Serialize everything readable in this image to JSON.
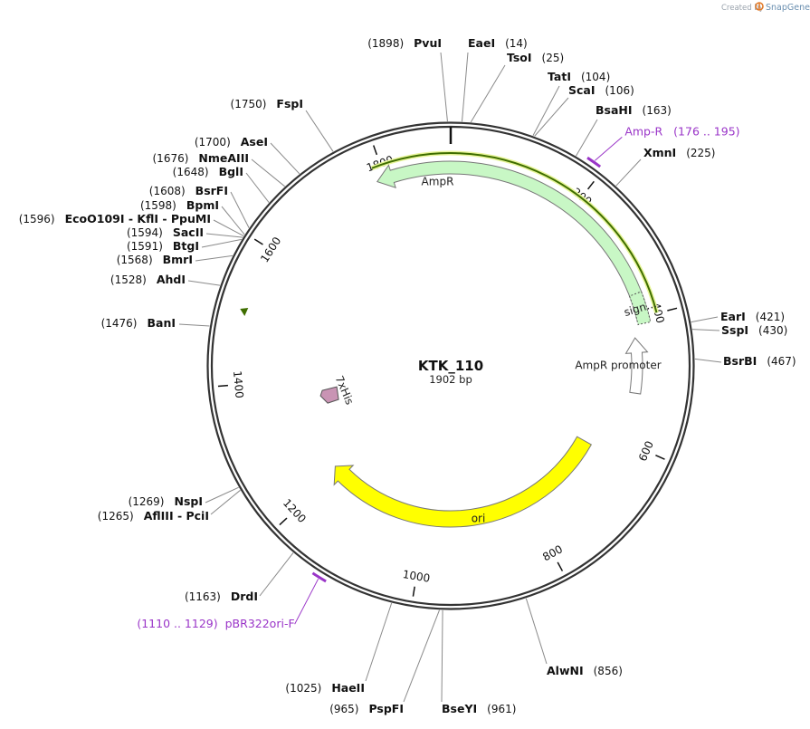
{
  "branding": {
    "created_by": "Created by",
    "product": "SnapGene"
  },
  "plasmid": {
    "name": "KTK_110",
    "length_label": "1902 bp",
    "length_bp": 1902
  },
  "ticks": [
    {
      "pos": 200,
      "label": "200"
    },
    {
      "pos": 400,
      "label": "400"
    },
    {
      "pos": 600,
      "label": "600"
    },
    {
      "pos": 800,
      "label": "800"
    },
    {
      "pos": 1000,
      "label": "1000"
    },
    {
      "pos": 1200,
      "label": "1200"
    },
    {
      "pos": 1400,
      "label": "1400"
    },
    {
      "pos": 1600,
      "label": "1600"
    },
    {
      "pos": 1800,
      "label": "1800"
    }
  ],
  "features": [
    {
      "name": "AmpR",
      "label": "AmpR",
      "start": 1787,
      "end": 405,
      "direction": "reverse",
      "color": "#c8f7c5"
    },
    {
      "name": "signal-sequence",
      "label": "sign…",
      "start": 363,
      "end": 410,
      "direction": "none",
      "color": "#c8f7c5"
    },
    {
      "name": "AmpR-promoter",
      "label": "AmpR promoter",
      "start": 430,
      "end": 520,
      "direction": "reverse",
      "color": "#ffffff"
    },
    {
      "name": "ori",
      "label": "ori",
      "start": 630,
      "end": 1210,
      "direction": "reverse",
      "color": "#ffff00"
    },
    {
      "name": "7xHis",
      "label": "7xHis",
      "start": 1340,
      "end": 1365,
      "direction": "reverse",
      "color": "#c994b4"
    }
  ],
  "primers": [
    {
      "name": "Amp-R",
      "label": "Amp-R",
      "range": "(176 .. 195)",
      "start": 176,
      "end": 195,
      "color": "#9a35c8"
    },
    {
      "name": "pBR322ori-F",
      "label": "pBR322ori-F",
      "range": "(1110 .. 1129)",
      "start": 1110,
      "end": 1129,
      "color": "#9a35c8"
    }
  ],
  "sites": [
    {
      "name": "PvuI",
      "pos_label": "(1898)",
      "pos": 1898
    },
    {
      "name": "EaeI",
      "pos_label": "(14)",
      "pos": 14
    },
    {
      "name": "TsoI",
      "pos_label": "(25)",
      "pos": 25
    },
    {
      "name": "TatI",
      "pos_label": "(104)",
      "pos": 104
    },
    {
      "name": "ScaI",
      "pos_label": "(106)",
      "pos": 106
    },
    {
      "name": "BsaHI",
      "pos_label": "(163)",
      "pos": 163
    },
    {
      "name": "XmnI",
      "pos_label": "(225)",
      "pos": 225
    },
    {
      "name": "EarI",
      "pos_label": "(421)",
      "pos": 421
    },
    {
      "name": "SspI",
      "pos_label": "(430)",
      "pos": 430
    },
    {
      "name": "BsrBI",
      "pos_label": "(467)",
      "pos": 467
    },
    {
      "name": "AlwNI",
      "pos_label": "(856)",
      "pos": 856
    },
    {
      "name": "BseYI",
      "pos_label": "(961)",
      "pos": 961
    },
    {
      "name": "PspFI",
      "pos_label": "(965)",
      "pos": 965
    },
    {
      "name": "HaeII",
      "pos_label": "(1025)",
      "pos": 1025
    },
    {
      "name": "DrdI",
      "pos_label": "(1163)",
      "pos": 1163
    },
    {
      "name": "AflIII - PciI",
      "pos_label": "(1265)",
      "pos": 1265
    },
    {
      "name": "NspI",
      "pos_label": "(1269)",
      "pos": 1269
    },
    {
      "name": "BanI",
      "pos_label": "(1476)",
      "pos": 1476
    },
    {
      "name": "AhdI",
      "pos_label": "(1528)",
      "pos": 1528
    },
    {
      "name": "BmrI",
      "pos_label": "(1568)",
      "pos": 1568
    },
    {
      "name": "BtgI",
      "pos_label": "(1591)",
      "pos": 1591
    },
    {
      "name": "SacII",
      "pos_label": "(1594)",
      "pos": 1594
    },
    {
      "name": "EcoO109I - KflI - PpuMI",
      "pos_label": "(1596)",
      "pos": 1596
    },
    {
      "name": "BpmI",
      "pos_label": "(1598)",
      "pos": 1598
    },
    {
      "name": "BsrFI",
      "pos_label": "(1608)",
      "pos": 1608
    },
    {
      "name": "BglI",
      "pos_label": "(1648)",
      "pos": 1648
    },
    {
      "name": "NmeAIII",
      "pos_label": "(1676)",
      "pos": 1676
    },
    {
      "name": "AseI",
      "pos_label": "(1700)",
      "pos": 1700
    },
    {
      "name": "FspI",
      "pos_label": "(1750)",
      "pos": 1750
    }
  ]
}
